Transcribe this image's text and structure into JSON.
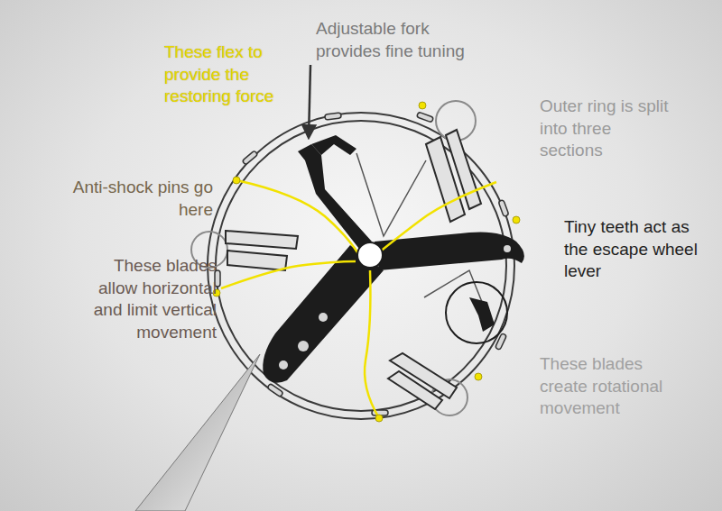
{
  "diagram": {
    "labels": [
      "These flex to provide the restoring force",
      "Adjustable fork provides fine tuning",
      "Outer ring is split into three sections",
      "Anti-shock pins go here",
      "Tiny teeth act as the escape wheel lever",
      "These blades allow horizontal and limit vertical movement",
      "These blades create rotational movement"
    ]
  }
}
